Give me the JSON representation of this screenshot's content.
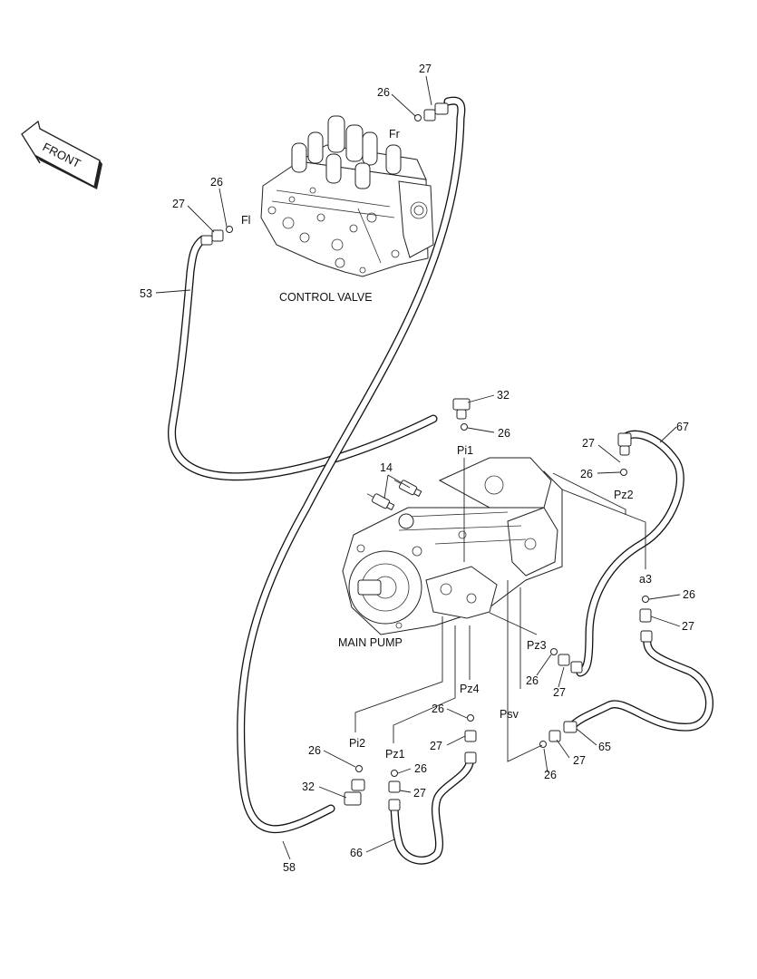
{
  "front_arrow_label": "FRONT",
  "assemblies": {
    "control_valve": "CONTROL VALVE",
    "main_pump": "MAIN PUMP"
  },
  "ports": {
    "fr": "Fr",
    "fl": "Fl",
    "pi1": "Pi1",
    "pz2": "Pz2",
    "a3": "a3",
    "pz3": "Pz3",
    "pz4": "Pz4",
    "psv": "Psv",
    "pi2": "Pi2",
    "pz1": "Pz1"
  },
  "callouts": {
    "c27_top": "27",
    "c26_top": "26",
    "c26_fl": "26",
    "c27_fl": "27",
    "c53": "53",
    "c32_top": "32",
    "c26_pi1": "26",
    "c67": "67",
    "c27_pz2": "27",
    "c26_pz2": "26",
    "c14": "14",
    "c26_a3": "26",
    "c27_a3": "27",
    "c26_pz3": "26",
    "c27_pz3": "27",
    "c26_pz4": "26",
    "c27_pz4": "27",
    "c65": "65",
    "c27_psv": "27",
    "c26_psv": "26",
    "c26_pi2": "26",
    "c32_bottom": "32",
    "c26_pz1": "26",
    "c27_pz1": "27",
    "c66": "66",
    "c58": "58"
  }
}
